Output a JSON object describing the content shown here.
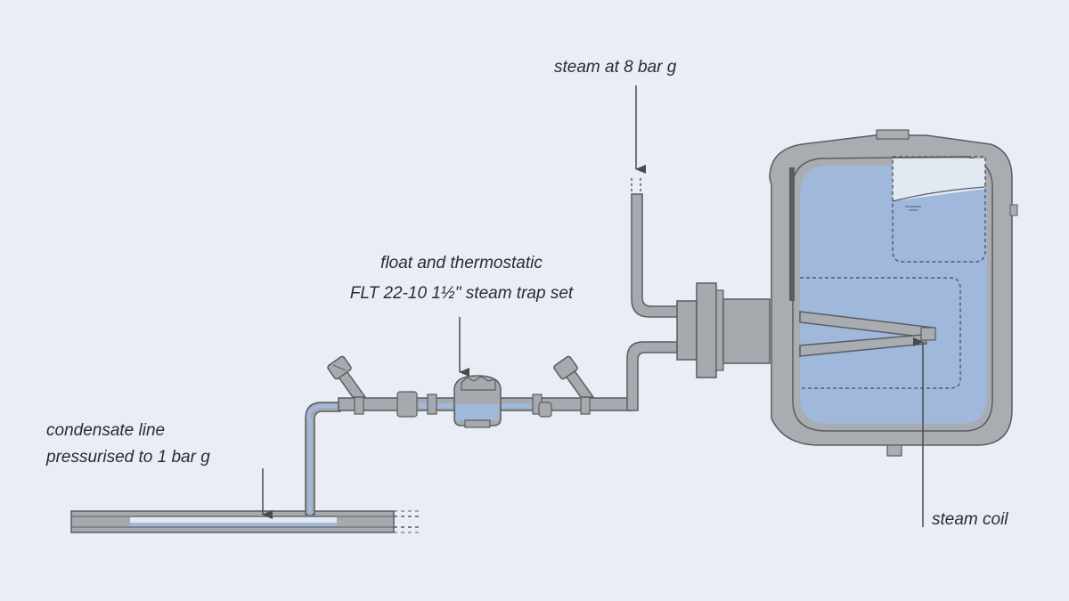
{
  "labels": {
    "steam_supply": "steam at 8 bar g",
    "trap_line1": "float and thermostatic",
    "trap_line2": "FLT 22-10 1½\" steam trap set",
    "condensate_line1": "condensate line",
    "condensate_line2": "pressurised to 1 bar g",
    "steam_coil": "steam coil"
  },
  "colors": {
    "background": "#e9eef6",
    "pipe": "#a6aaaf",
    "outline": "#595d62",
    "water": "#9fb8dc",
    "vessel_body": "#a9adb2",
    "vessel_inner": "#e3e9f1"
  }
}
